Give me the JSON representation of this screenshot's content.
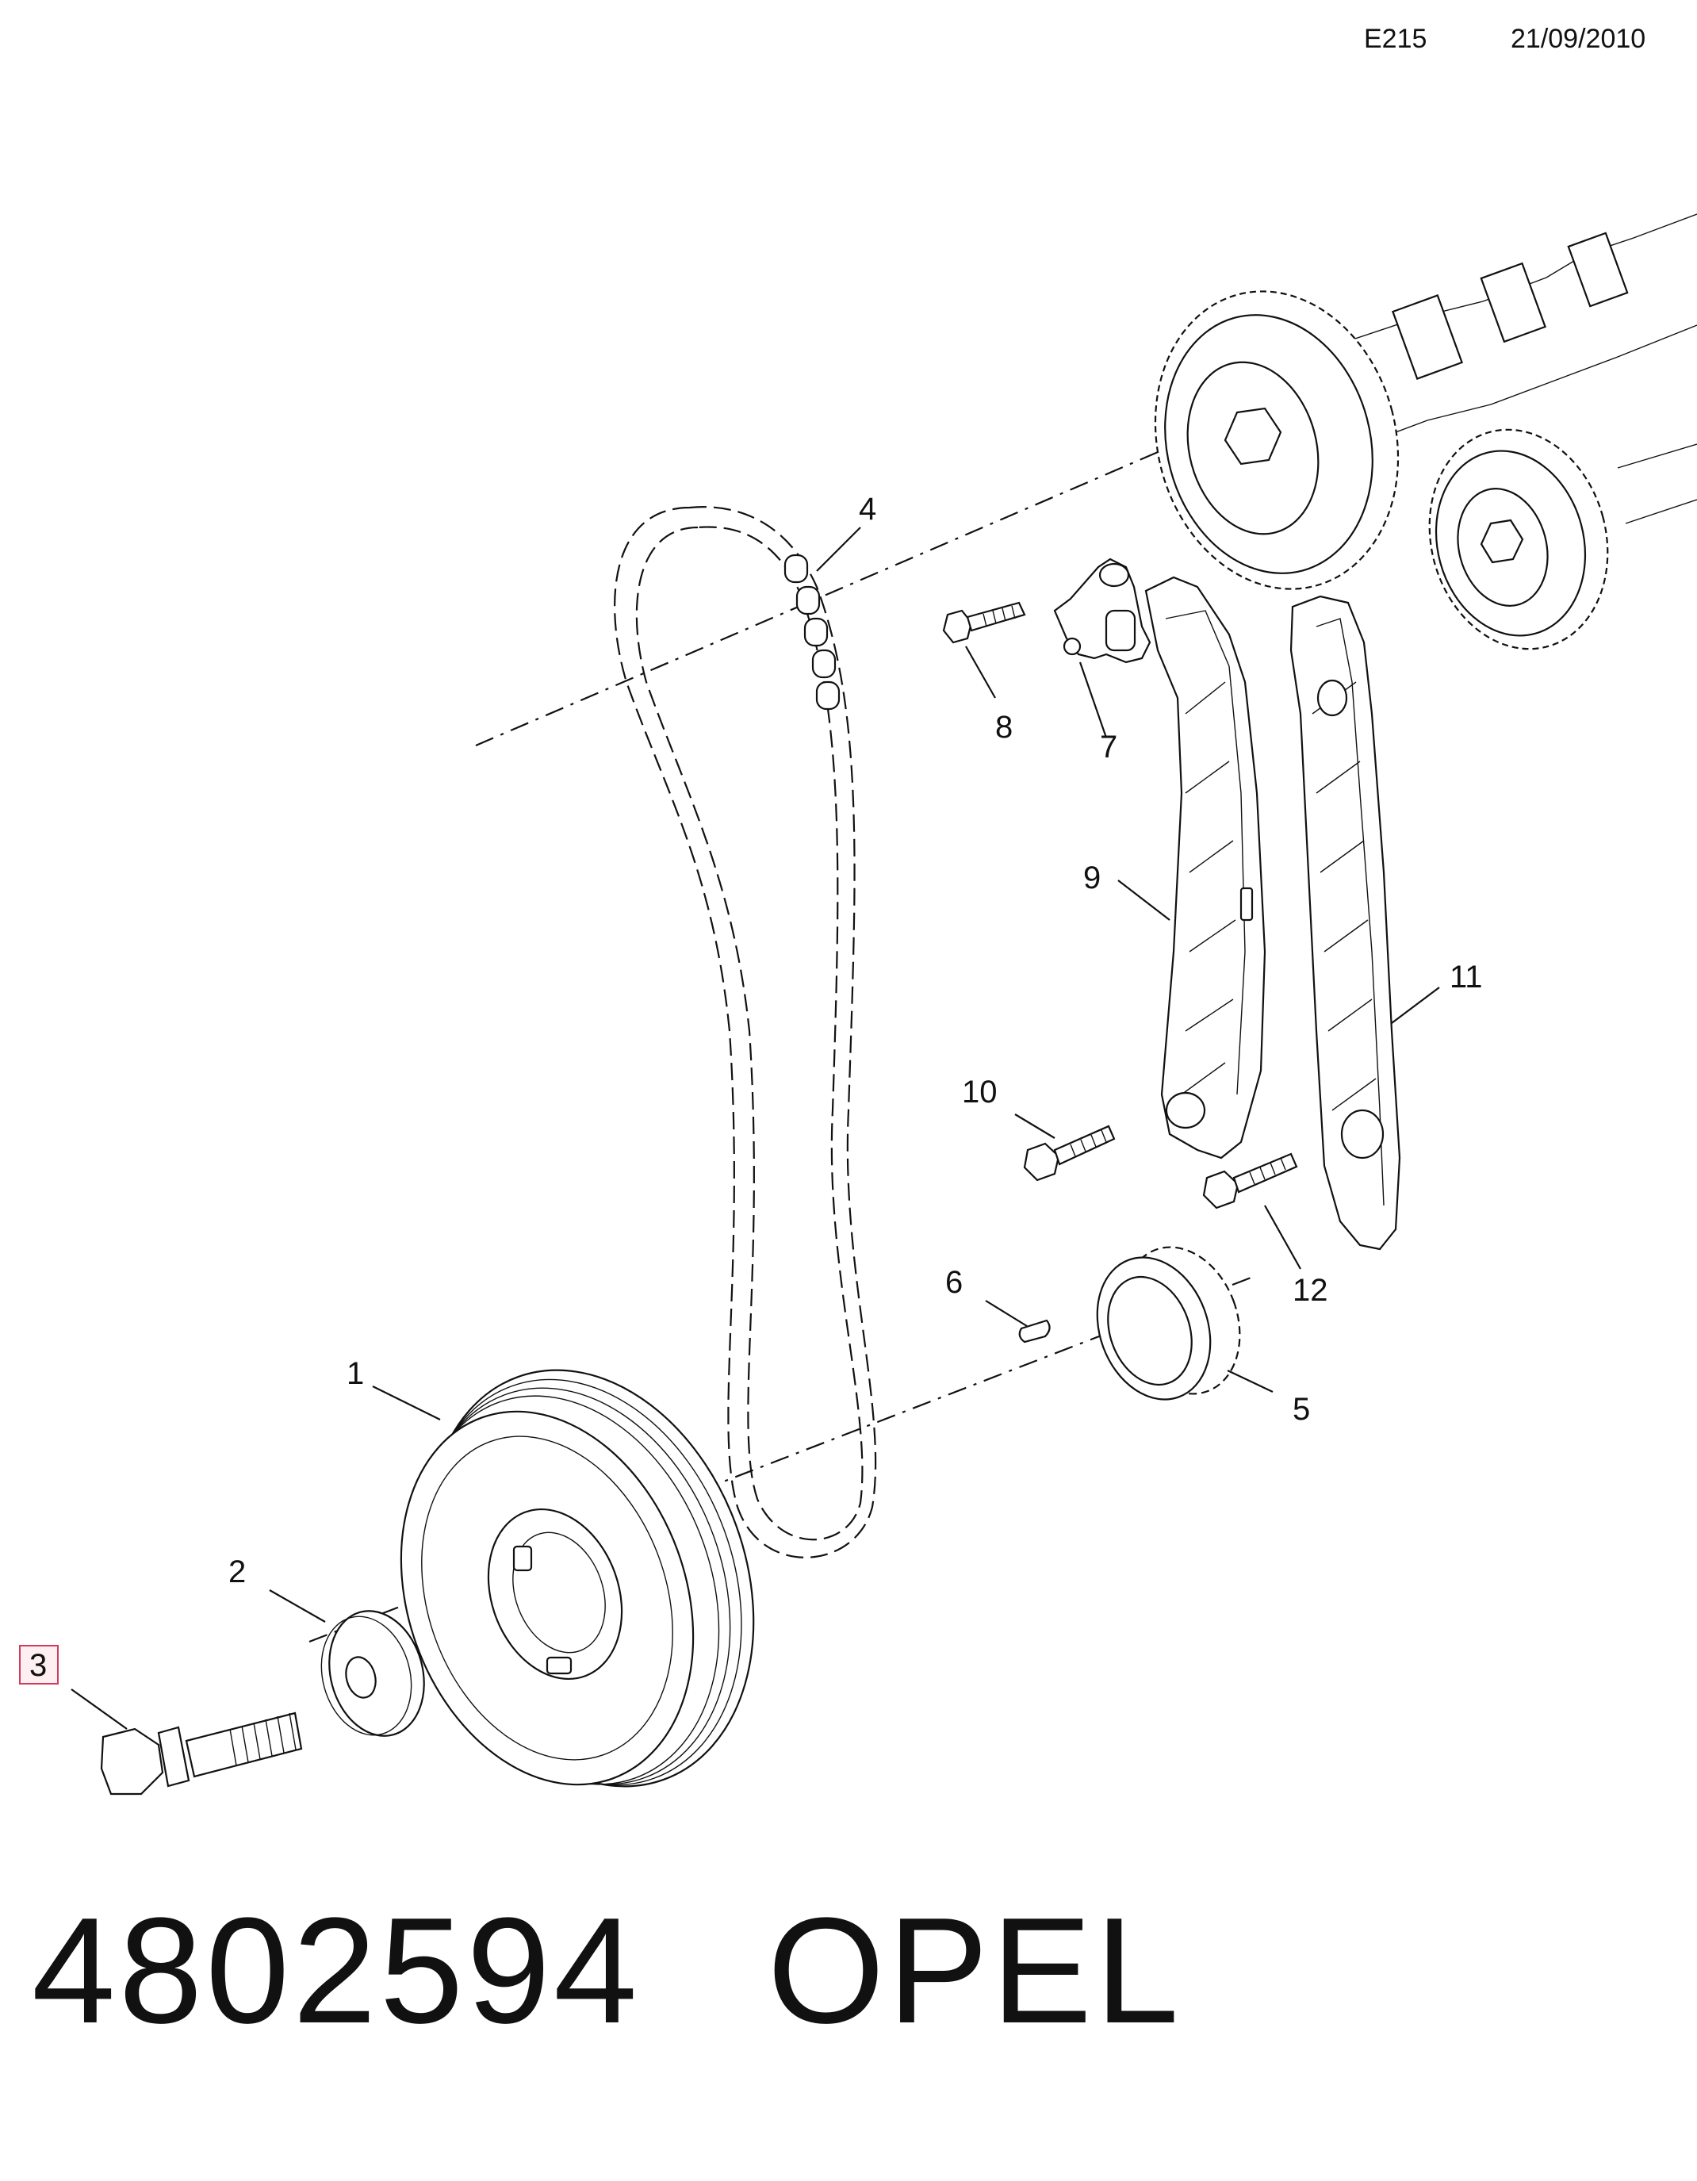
{
  "header": {
    "code": "E215",
    "date": "21/09/2010"
  },
  "callouts": {
    "c1": "1",
    "c2": "2",
    "c3": "3",
    "c4": "4",
    "c5": "5",
    "c6": "6",
    "c7": "7",
    "c8": "8",
    "c9": "9",
    "c10": "10",
    "c11": "11",
    "c12": "12"
  },
  "highlighted_callout": "3",
  "footer": {
    "part_number": "4802594",
    "brand": "OPEL"
  },
  "colors": {
    "line": "#111111",
    "highlight_border": "#d43a5a",
    "highlight_fill": "#fdeff2"
  }
}
